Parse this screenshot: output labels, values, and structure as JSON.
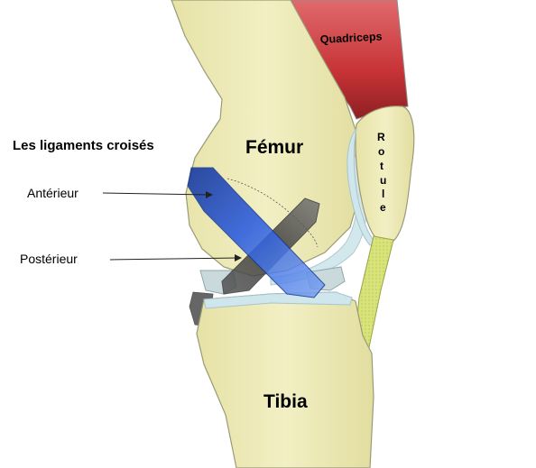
{
  "title": "Les ligaments croisés",
  "callouts": {
    "anterior": "Antérieur",
    "posterior": "Postérieur"
  },
  "bones": {
    "femur": "Fémur",
    "tibia": "Tibia"
  },
  "muscle": "Quadriceps",
  "patella": [
    "R",
    "o",
    "t",
    "u",
    "l",
    "e"
  ],
  "colors": {
    "bone": "#ede9b4",
    "bone_outline": "#9a9a76",
    "cartilage": "#cfe6ec",
    "muscle": "#c73336",
    "anterior_ligament": "#1f4fd6",
    "posterior_ligament": "#555555",
    "patellar_tendon": "#d9e47a"
  }
}
